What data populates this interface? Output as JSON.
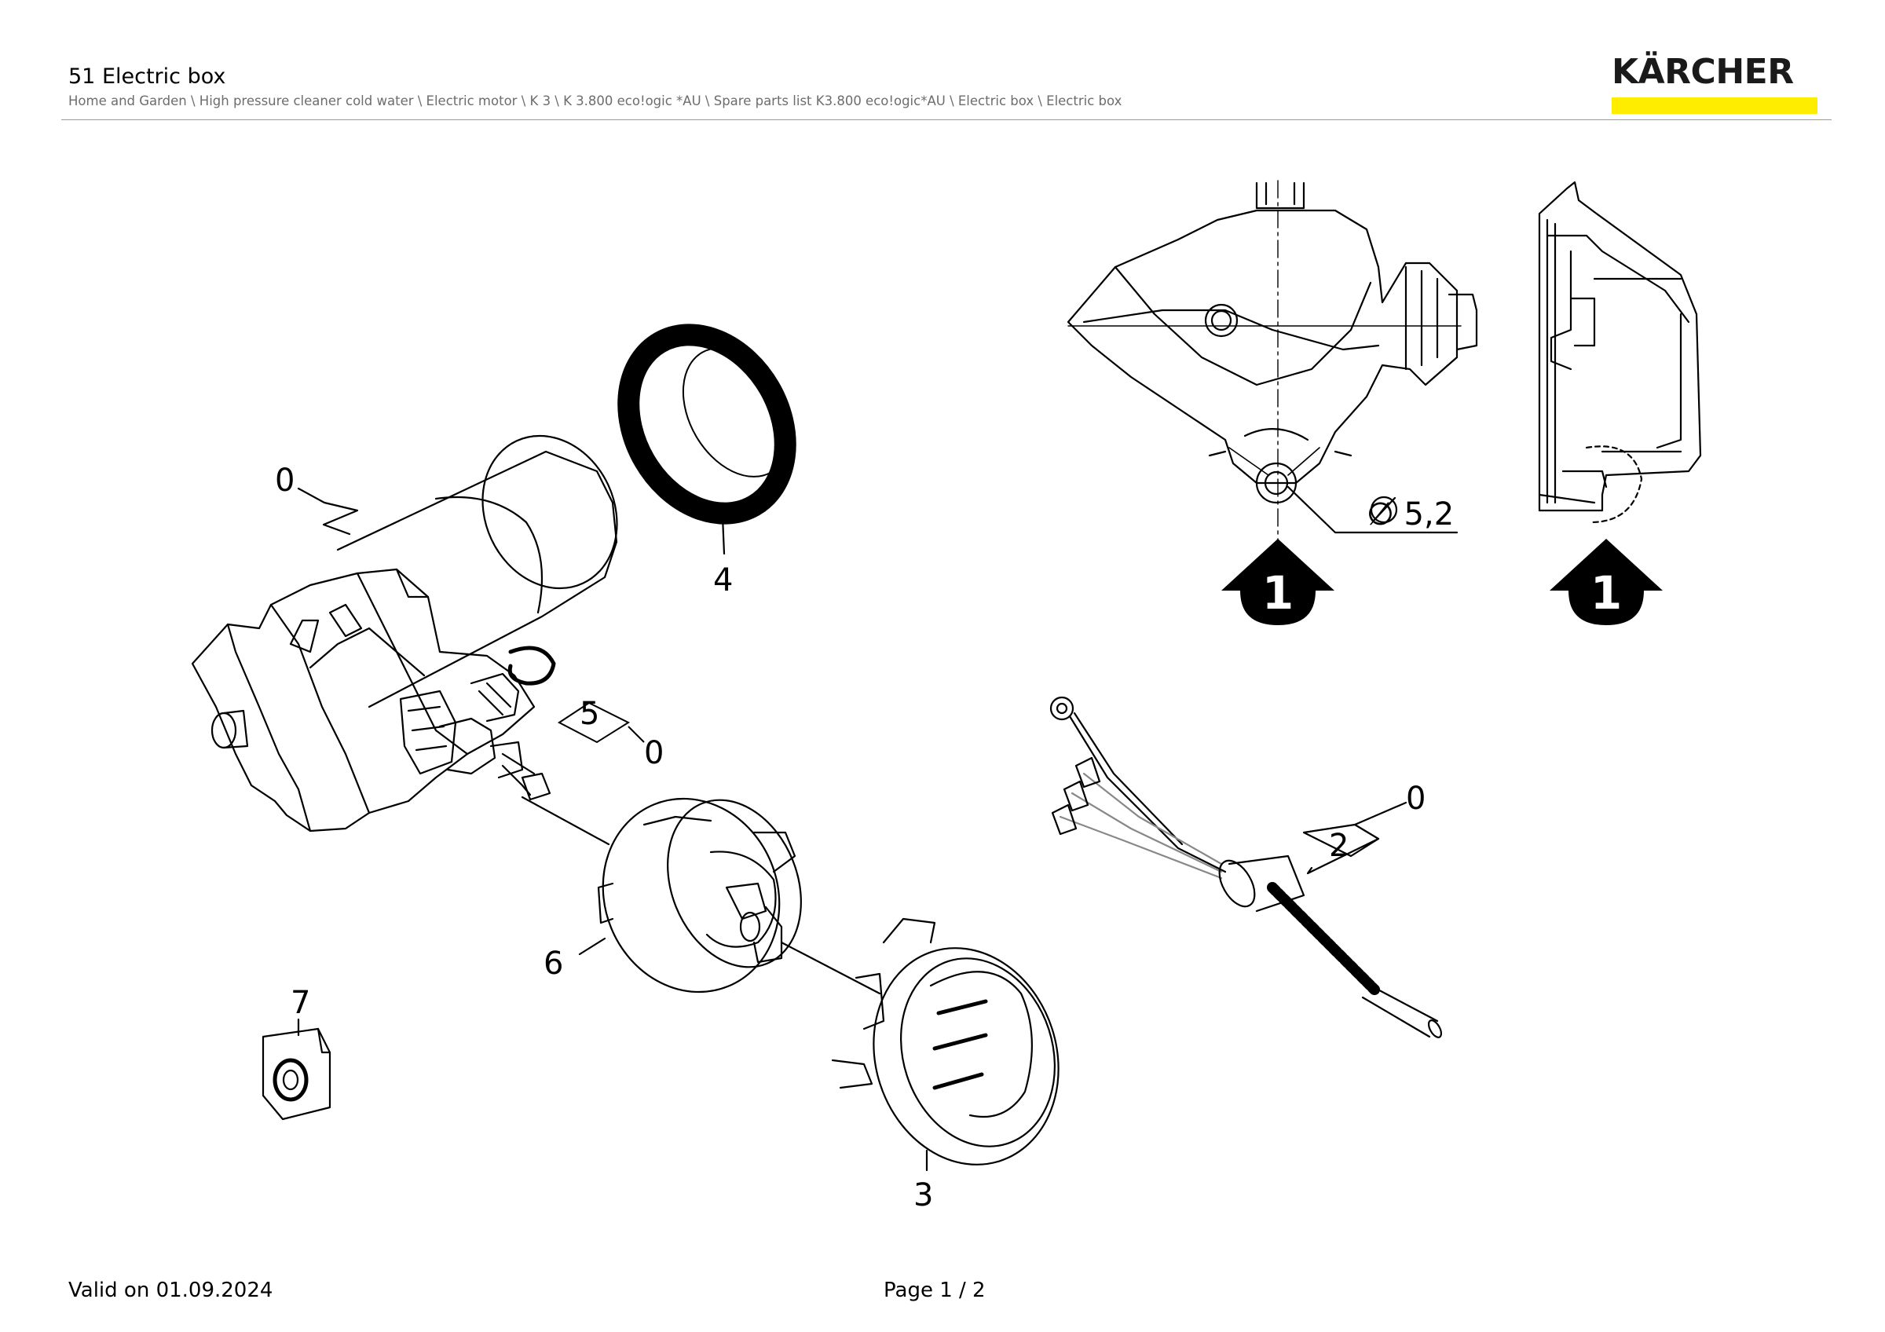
{
  "header": {
    "title": "51 Electric box",
    "breadcrumb": "Home and Garden \\ High pressure cleaner cold water \\ Electric motor \\ K 3 \\ K 3.800 eco!ogic *AU \\ Spare parts list K3.800 eco!ogic*AU \\ Electric box \\ Electric box"
  },
  "logo": {
    "text": "KÄRCHER",
    "bar_color": "#ffed00"
  },
  "drawing": {
    "part_labels": {
      "p0_motor": "0",
      "p4": "4",
      "p5": "5",
      "p0_seal": "0",
      "p6": "6",
      "p7": "7",
      "p3": "3",
      "p0_cable": "0",
      "p2": "2"
    },
    "dimension": "∅ 5,2",
    "callouts": [
      "1",
      "1"
    ]
  },
  "footer": {
    "valid": "Valid on 01.09.2024",
    "page": "Page 1 / 2"
  }
}
